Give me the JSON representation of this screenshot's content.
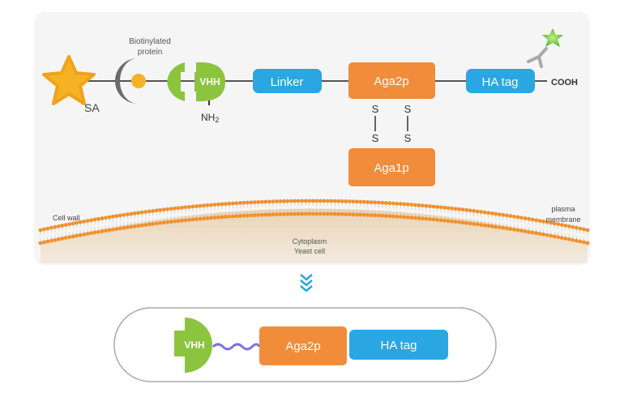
{
  "labels": {
    "sa": "SA",
    "biotinylated_1": "Biotinylated",
    "biotinylated_2": "protein",
    "vhh": "VHH",
    "nh2": "NH",
    "nh2_sub": "2",
    "linker": "Linker",
    "aga2p": "Aga2p",
    "aga1p": "Aga1p",
    "ha_tag": "HA tag",
    "cooh": "COOH",
    "s": "S",
    "cell_wall": "Cell wall",
    "plasma_1": "plasma",
    "plasma_2": "membrane",
    "cytoplasm": "Cytoplasm",
    "yeast_cell": "Yeast cell"
  },
  "bottom": {
    "vhh": "VHH",
    "aga2p": "Aga2p",
    "ha_tag": "HA tag"
  },
  "colors": {
    "orange": "#f08c3a",
    "blue": "#2aa6e3",
    "green": "#8cc43f",
    "yellow": "#f5b324",
    "gray": "#6b6b6b",
    "purple": "#7b72e0",
    "membrane": "#f0912e"
  }
}
